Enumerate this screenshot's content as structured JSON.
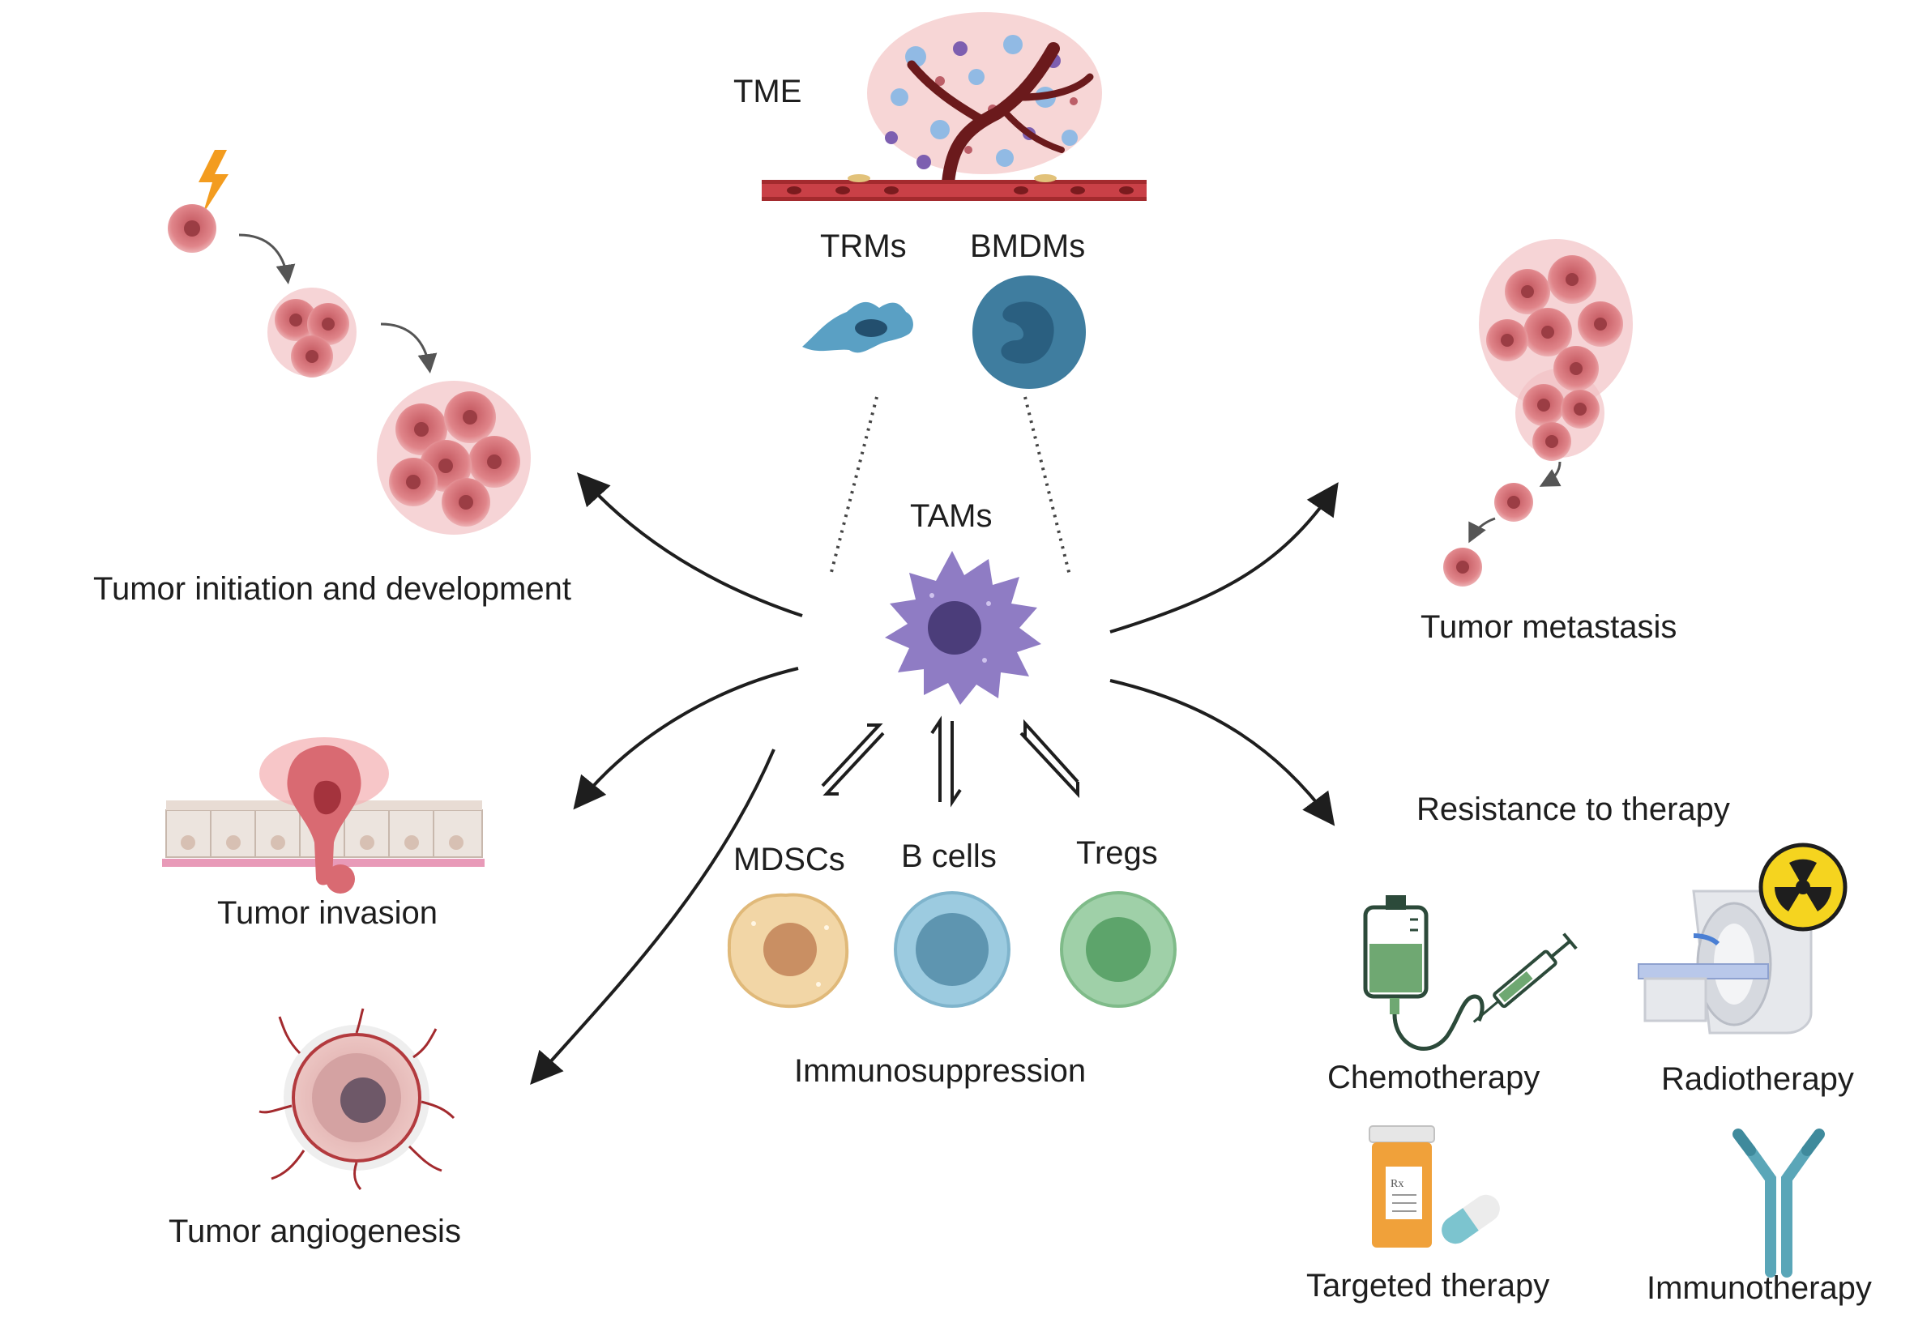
{
  "labels": {
    "tme": "TME",
    "trms": "TRMs",
    "bmdms": "BMDMs",
    "tams": "TAMs",
    "initiation": "Tumor initiation and development",
    "invasion": "Tumor invasion",
    "angiogenesis": "Tumor angiogenesis",
    "metastasis": "Tumor metastasis",
    "resistance": "Resistance to therapy",
    "mdscs": "MDSCs",
    "bcells": "B cells",
    "tregs": "Tregs",
    "immunosuppression": "Immunosuppression",
    "chemotherapy": "Chemotherapy",
    "radiotherapy": "Radiotherapy",
    "targeted": "Targeted therapy",
    "immunotherapy": "Immunotherapy"
  },
  "colors": {
    "tumor": "#d9737a",
    "tumor_dark": "#a9454e",
    "vessel": "#a32a2e",
    "tam": "#8f7cc4",
    "bmdm": "#3f7d9f",
    "trm": "#5aa0c4",
    "mdsc": "#f2d6a6",
    "bcell": "#9ccbe0",
    "treg": "#9fd0a8",
    "arrow": "#1e1e1e"
  },
  "icons": {
    "lightning": "lightning-bolt-icon",
    "iv_bag": "iv-bag-icon",
    "syringe": "syringe-icon",
    "radiation": "radiation-icon",
    "mri": "mri-scanner-icon",
    "pill_bottle": "pill-bottle-icon",
    "capsule": "capsule-icon",
    "antibody": "antibody-icon"
  }
}
